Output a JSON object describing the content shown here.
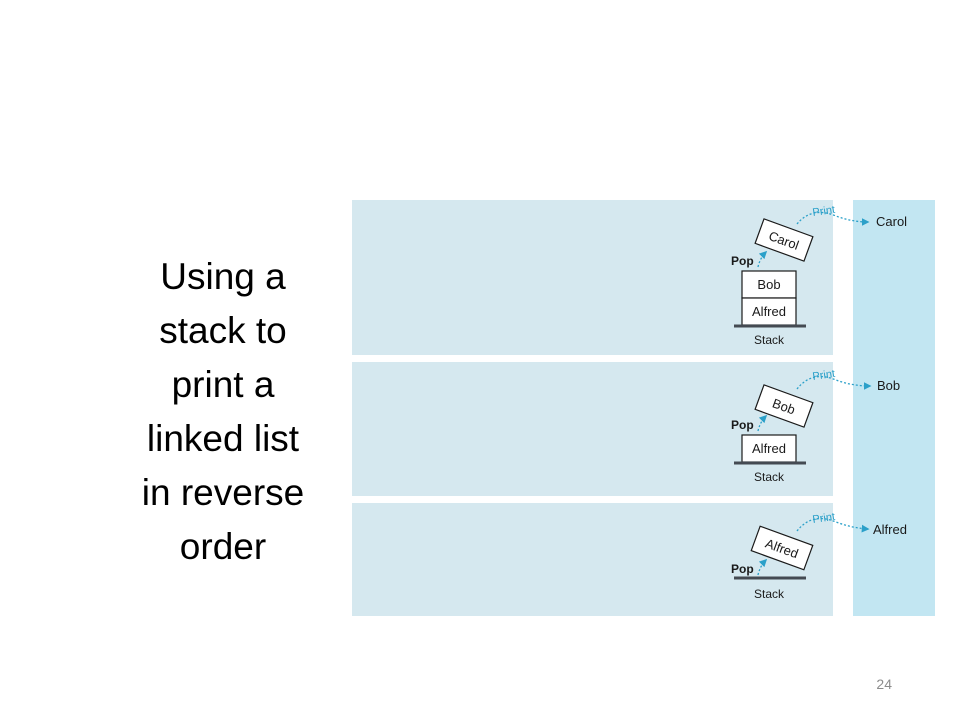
{
  "slide": {
    "title_lines": [
      "Using a",
      "stack to",
      "print a",
      "linked list",
      "in reverse",
      "order"
    ],
    "page_number": "24"
  },
  "diagram": {
    "colors": {
      "panel": "#d5e8ef",
      "output_column": "#c2e6f2",
      "accent": "#2ba0c9",
      "stack_base": "#444a52",
      "text": "#1a1a1a"
    },
    "panels": [
      {
        "flying_item": "Carol",
        "pop_label": "Pop",
        "print_label": "Print",
        "output": "Carol",
        "stack_items": [
          "Bob",
          "Alfred"
        ],
        "stack_label": "Stack"
      },
      {
        "flying_item": "Bob",
        "pop_label": "Pop",
        "print_label": "Print",
        "output": "Bob",
        "stack_items": [
          "Alfred"
        ],
        "stack_label": "Stack"
      },
      {
        "flying_item": "Alfred",
        "pop_label": "Pop",
        "print_label": "Print",
        "output": "Alfred",
        "stack_items": [],
        "stack_label": "Stack"
      }
    ]
  }
}
